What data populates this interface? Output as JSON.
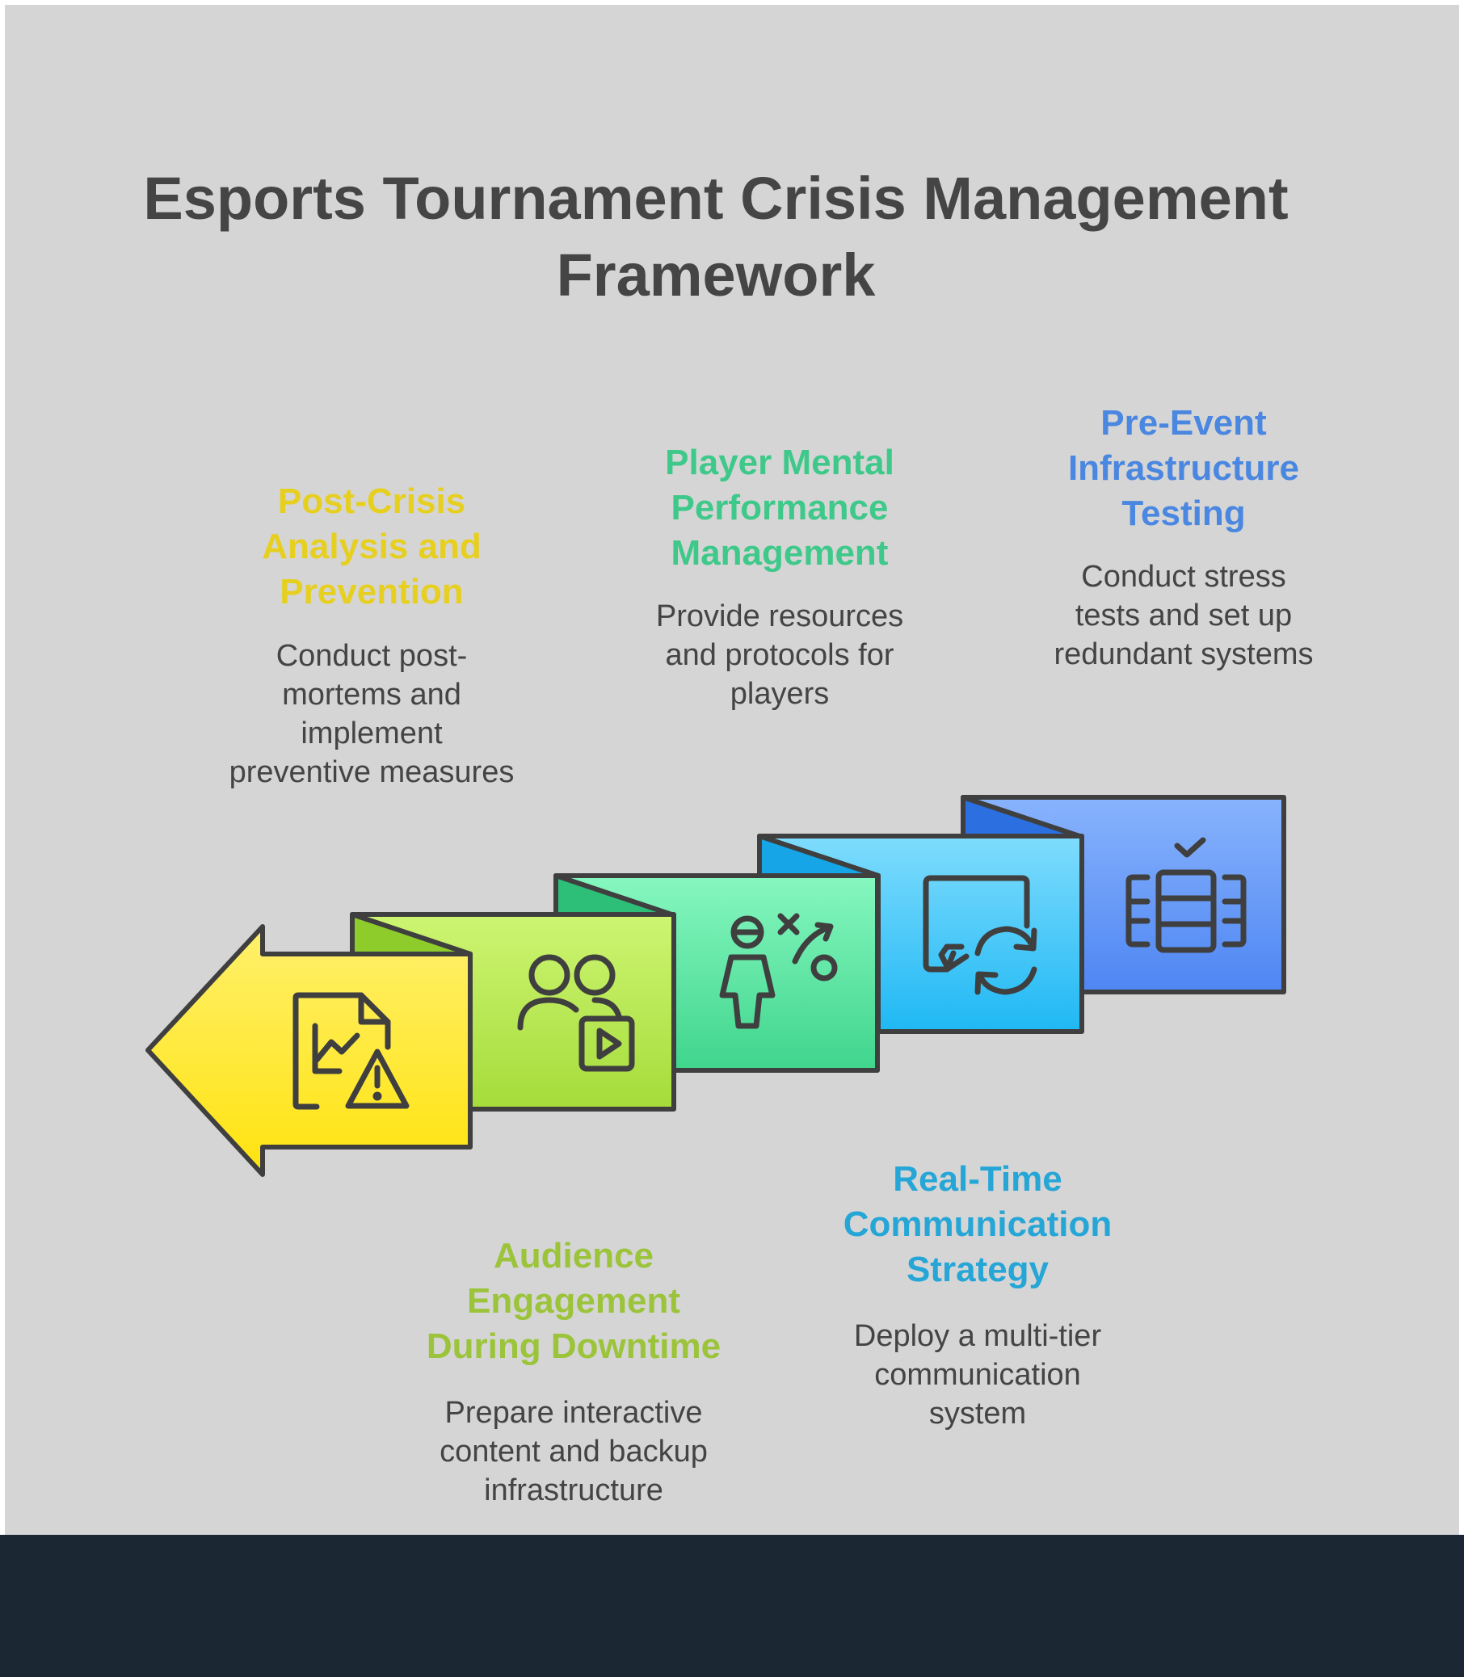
{
  "title": {
    "line1": "Esports Tournament Crisis Management",
    "line2": "Framework"
  },
  "steps": [
    {
      "heading": [
        "Post-Crisis",
        "Analysis and",
        "Prevention"
      ],
      "description": [
        "Conduct post-",
        "mortems and",
        "implement",
        "preventive measures"
      ],
      "color": "#e7cf1f",
      "icon": "report-warning-icon"
    },
    {
      "heading": [
        "Audience",
        "Engagement",
        "During Downtime"
      ],
      "description": [
        "Prepare interactive",
        "content and backup",
        "infrastructure"
      ],
      "color": "#9bc43a",
      "icon": "users-video-icon"
    },
    {
      "heading": [
        "Player Mental",
        "Performance",
        "Management"
      ],
      "description": [
        "Provide resources",
        "and protocols for",
        "players"
      ],
      "color": "#3ec98a",
      "icon": "player-strategy-icon"
    },
    {
      "heading": [
        "Real-Time",
        "Communication",
        "Strategy"
      ],
      "description": [
        "Deploy a multi-tier",
        "communication",
        "system"
      ],
      "color": "#25a6d6",
      "icon": "chat-sync-icon"
    },
    {
      "heading": [
        "Pre-Event",
        "Infrastructure",
        "Testing"
      ],
      "description": [
        "Conduct stress",
        "tests and set up",
        "redundant systems"
      ],
      "color": "#4a87e0",
      "icon": "server-check-icon"
    }
  ],
  "colors": {
    "background": "#d5d5d5",
    "footer": "#1b2833",
    "title": "#454545",
    "outline": "#3f3f3f"
  }
}
